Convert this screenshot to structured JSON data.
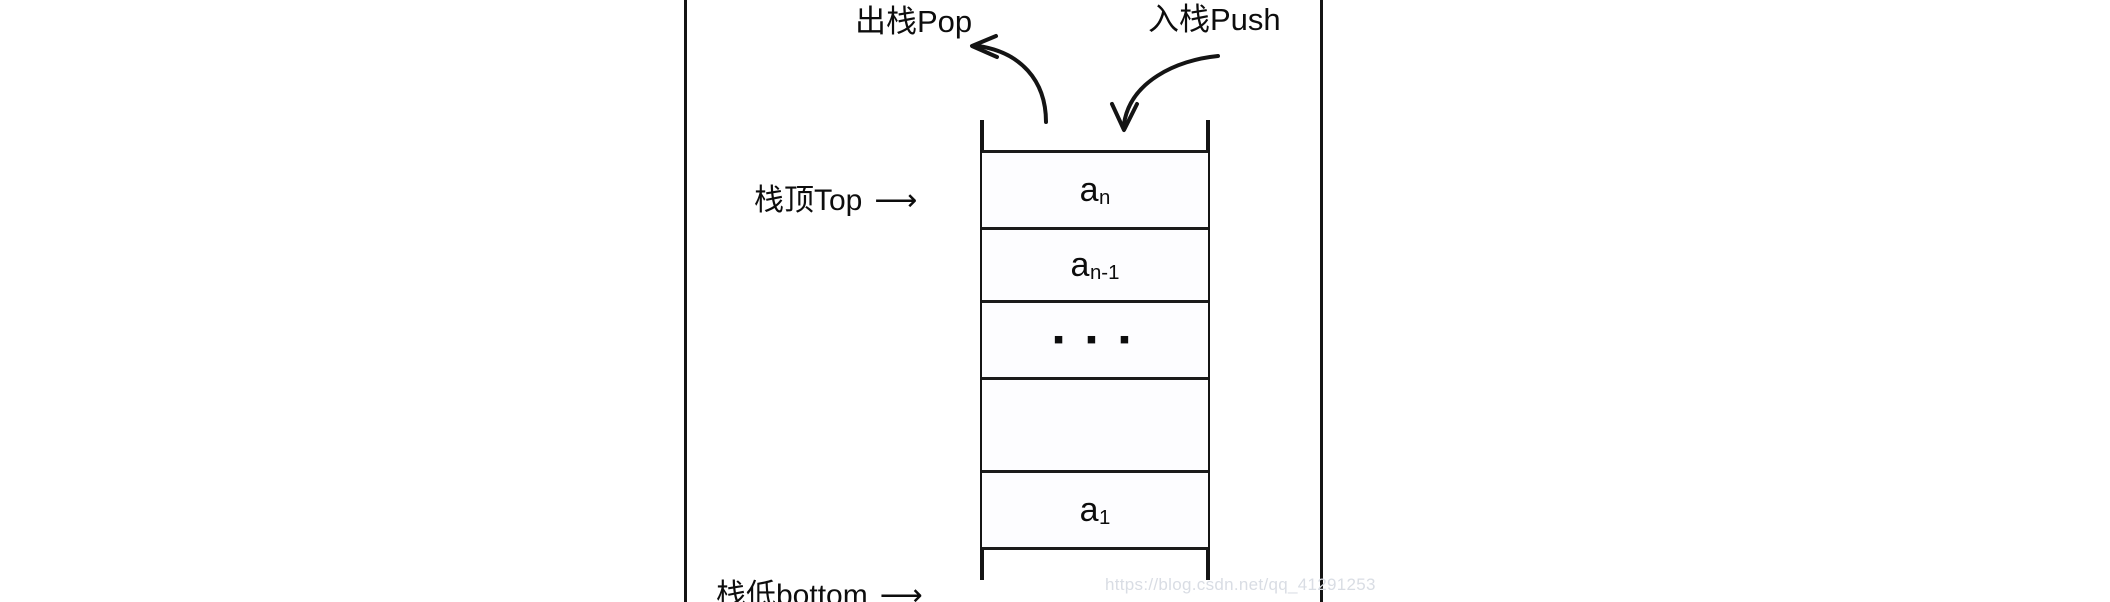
{
  "diagram": {
    "title": "stack-push-pop-diagram",
    "head_labels": {
      "pop": "出栈Pop",
      "push": "入栈Push"
    },
    "side_labels": {
      "top": {
        "text": "栈顶Top",
        "lead": "⟶"
      },
      "bottom": {
        "text": "栈低bottom",
        "lead": "⟶"
      }
    },
    "stack": {
      "cells": [
        {
          "name": "cell-an",
          "base": "a",
          "sub": "n",
          "kind": "value"
        },
        {
          "name": "cell-an-1",
          "base": "a",
          "sub": "n-1",
          "kind": "value"
        },
        {
          "name": "cell-dots",
          "base": "▪ ▪ ▪",
          "sub": "",
          "kind": "ellipsis"
        },
        {
          "name": "cell-empty",
          "base": "",
          "sub": "",
          "kind": "empty"
        },
        {
          "name": "cell-a1",
          "base": "a",
          "sub": "1",
          "kind": "value"
        }
      ]
    },
    "colors": {
      "stroke": "#141414",
      "cell_fill": "#fdfdff",
      "text": "#0d0d0d",
      "watermark": "#d9dde4"
    }
  },
  "watermark": {
    "text": "https://blog.csdn.net/qq_41291253"
  }
}
